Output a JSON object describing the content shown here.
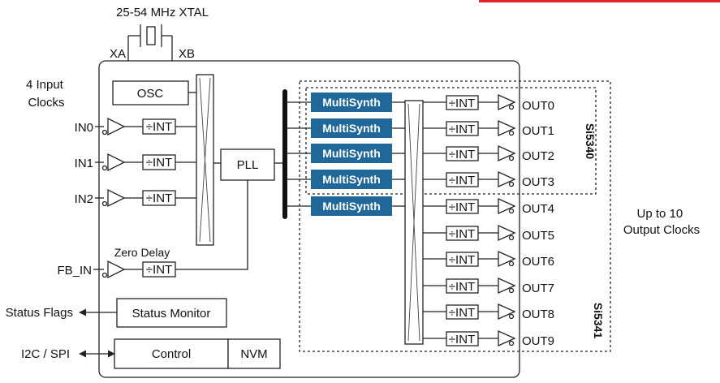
{
  "xtal_label": "25-54 MHz XTAL",
  "xa_label": "XA",
  "xb_label": "XB",
  "input_clocks_label": [
    "4 Input",
    "Clocks"
  ],
  "osc_label": "OSC",
  "pll_label": "PLL",
  "inputs": [
    "IN0",
    "IN1",
    "IN2"
  ],
  "fb_in_label": "FB_IN",
  "zero_delay_label": "Zero Delay",
  "int_label": "÷INT",
  "multisynth_label": "MultiSynth",
  "outputs": [
    "OUT0",
    "OUT1",
    "OUT2",
    "OUT3",
    "OUT4",
    "OUT5",
    "OUT6",
    "OUT7",
    "OUT8",
    "OUT9"
  ],
  "si5340_label": "Si5340",
  "si5341_label": "Si5341",
  "up_to_label": [
    "Up to 10",
    "Output Clocks"
  ],
  "status_monitor_label": "Status Monitor",
  "status_flags_label": "Status Flags",
  "control_label": "Control",
  "nvm_label": "NVM",
  "i2c_spi_label": "I2C / SPI",
  "colors": {
    "multisynth_fill": "#1f6899",
    "accent_bar": "#e0242b"
  }
}
